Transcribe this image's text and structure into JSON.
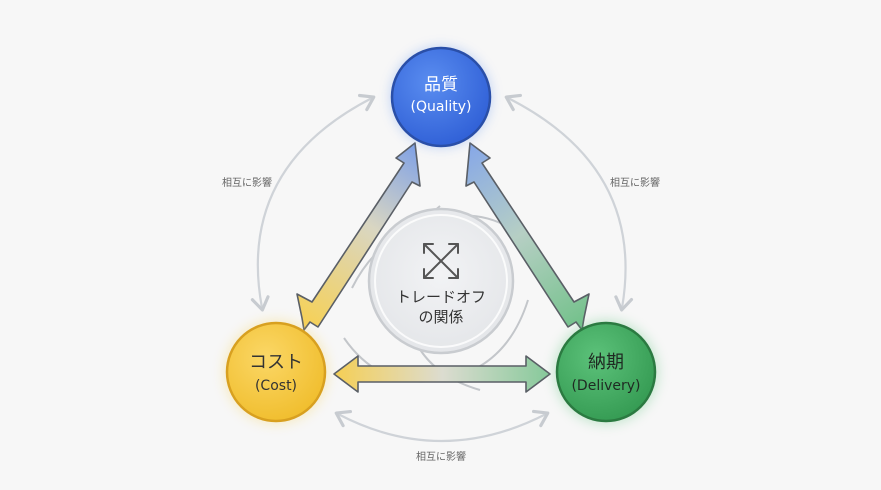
{
  "nodes": {
    "quality": {
      "title": "品質",
      "subtitle": "(Quality)",
      "color": "#3b6fe0"
    },
    "cost": {
      "title": "コスト",
      "subtitle": "(Cost)",
      "color": "#f5c842"
    },
    "delivery": {
      "title": "納期",
      "subtitle": "(Delivery)",
      "color": "#3fa35a"
    }
  },
  "center": {
    "line1": "トレードオフ",
    "line2": "の関係",
    "icon": "expand-arrows-icon"
  },
  "influence_labels": {
    "left": "相互に影響",
    "right": "相互に影響",
    "bottom": "相互に影響"
  },
  "colors": {
    "background": "#f7f7f7",
    "outer_arc": "#cfd3d8",
    "center_ring": "#c9ccd0",
    "text_dark": "#333333",
    "text_gray": "#666666"
  }
}
